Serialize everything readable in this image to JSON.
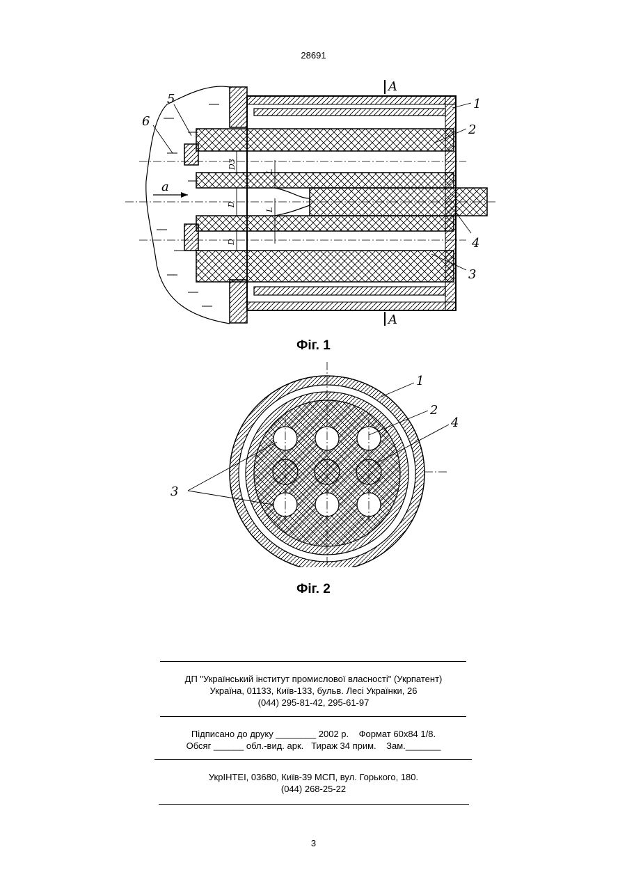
{
  "document_number": "28691",
  "figures": [
    {
      "caption": "Фіг. 1",
      "labels": [
        "1",
        "2",
        "3",
        "4",
        "5",
        "6",
        "A",
        "A",
        "a",
        "D3",
        "D",
        "D",
        "L",
        "L"
      ]
    },
    {
      "caption": "Фіг. 2",
      "labels": [
        "1",
        "2",
        "3",
        "4"
      ]
    }
  ],
  "imprint": {
    "publisher_lines": [
      "ДП \"Український інститут промислової власності\" (Укрпатент)",
      "Україна, 01133, Київ-133, бульв. Лесі Українки, 26",
      "(044) 295-81-42, 295-61-97"
    ],
    "print_lines": [
      "Підписано до друку ________ 2002 р.    Формат 60х84 1/8.",
      "Обсяг ______ обл.-вид. арк.   Тираж 34 прим.    Зам._______"
    ],
    "printer_lines": [
      "УкрІНТЕІ, 03680, Київ-39 МСП, вул. Горького, 180.",
      "(044) 268-25-22"
    ]
  },
  "page_number": "3"
}
